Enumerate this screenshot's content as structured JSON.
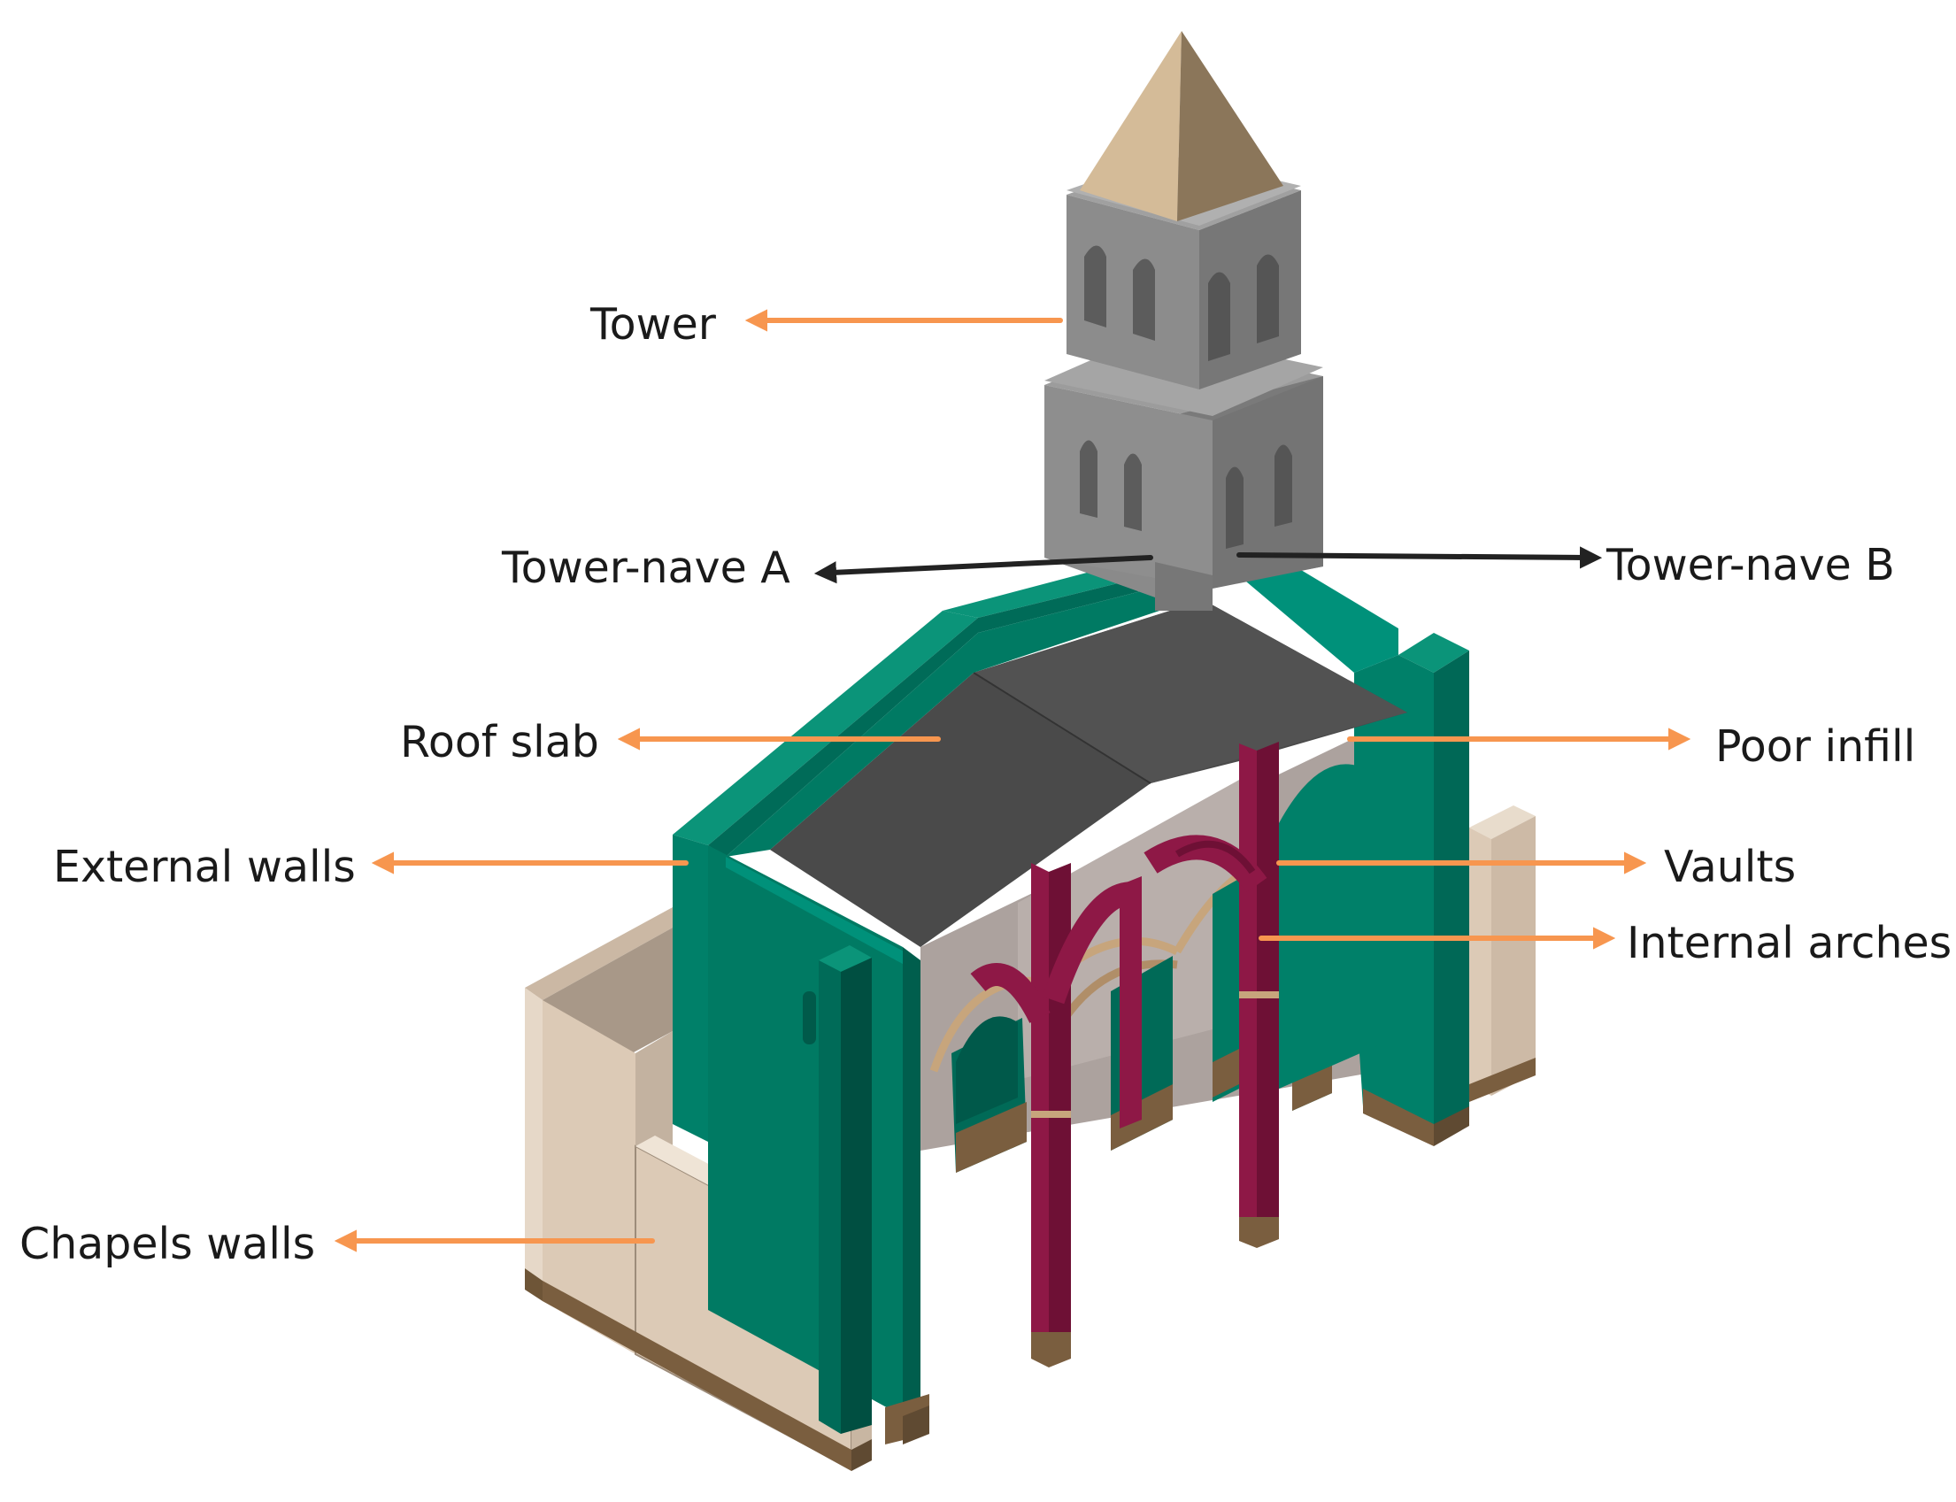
{
  "labels": {
    "tower": "Tower",
    "tower_nave_a": "Tower-nave A",
    "tower_nave_b": "Tower-nave B",
    "roof_slab": "Roof slab",
    "poor_infill": "Poor infill",
    "external_walls": "External walls",
    "vaults": "Vaults",
    "internal_arches": "Internal arches",
    "chapels_walls": "Chapels walls"
  },
  "colors": {
    "orange_arrow": "#f7964f",
    "black_arrow": "#222222",
    "tower_stone": "#8a8a8a",
    "spire_light": "#d4bb98",
    "spire_dark": "#8b765a",
    "roof_slab": "#4a4a4a",
    "external_walls": "#008069",
    "internal_arches": "#8e1846",
    "chapels_walls": "#d9c6b2",
    "vault_brown": "#c7a57c",
    "base_brown": "#7a5e3f",
    "infill": "#b8b0ac"
  }
}
